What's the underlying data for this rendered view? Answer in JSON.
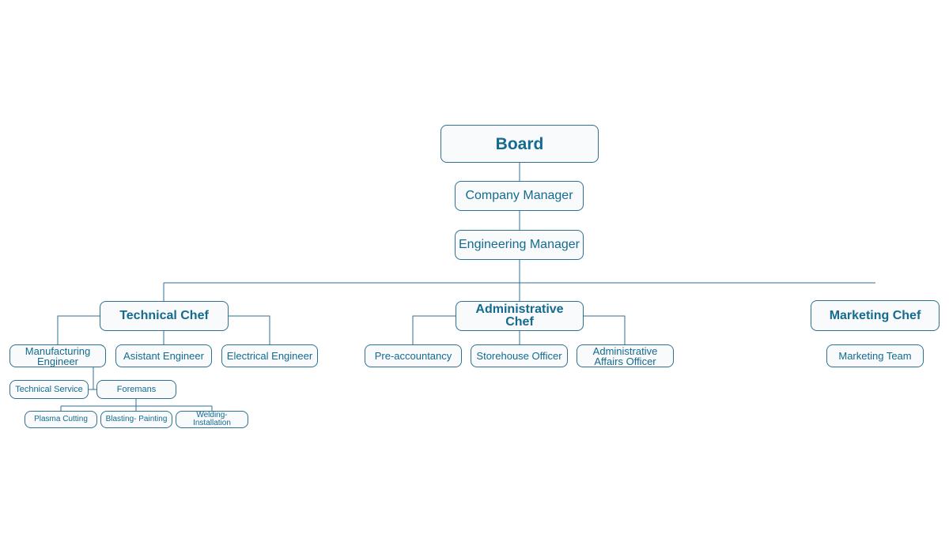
{
  "org_chart": {
    "board": "Board",
    "company_manager": "Company Manager",
    "engineering_manager": "Engineering Manager",
    "technical_chef": "Technical Chef",
    "administrative_chef": "Administrative Chef",
    "marketing_chef": "Marketing Chef",
    "manufacturing_engineer": "Manufacturing Engineer",
    "asistant_engineer": "Asistant Engineer",
    "electrical_engineer": "Electrical Engineer",
    "technical_service": "Technical Service",
    "foremans": "Foremans",
    "plasma_cutting": "Plasma Cutting",
    "blasting_painting": "Blasting- Painting",
    "welding_installation": "Welding- Installation",
    "pre_accountancy": "Pre-accountancy",
    "storehouse_officer": "Storehouse Officer",
    "administrative_affairs_officer": "Administrative Affairs Officer",
    "marketing_team": "Marketing Team"
  },
  "colors": {
    "text": "#146b8f",
    "border": "#2d7094",
    "accent": "#b0cb1f",
    "connector": "#2d7094",
    "node_fill": "#f8fafb"
  }
}
